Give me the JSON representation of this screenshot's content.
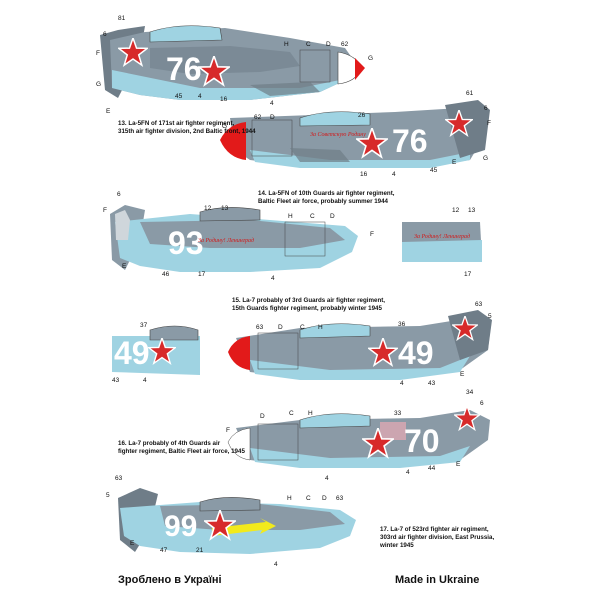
{
  "captions": {
    "c13": "13. La-5FN of 171st air fighter regiment,\n315th air fighter division, 2nd Baltic front, 1944",
    "c14": "14. La-5FN of 10th Guards air fighter regiment,\nBaltic Fleet air force, probably summer 1944",
    "c15": "15. La-7 probably of 3rd Guards air fighter regiment,\n15th Guards fighter regiment, probably winter 1945",
    "c16": "16. La-7 probably of 4th Guards air\nfighter regiment, Baltic Fleet air force, 1945",
    "c17": "17. La-7 of 523rd fighter air regiment,\n303rd air fighter division, East Prussia,\nwinter 1945"
  },
  "footer": {
    "left": "Зроблено в Україні",
    "right": "Made in Ukraine"
  },
  "aircraft": {
    "a13": {
      "number": "76",
      "labels": {
        "n6": "6",
        "n81": "81",
        "F": "F",
        "G": "G",
        "E": "E",
        "n45": "45",
        "n4a": "4",
        "n16": "16",
        "n4b": "4",
        "H": "H",
        "C": "C",
        "D": "D",
        "n62": "62",
        "gG": "G"
      }
    },
    "a14": {
      "number": "76",
      "labels": {
        "n61": "61",
        "n6": "6",
        "F": "F",
        "G": "G",
        "E": "E",
        "n45": "45",
        "n16": "16",
        "n4": "4",
        "n26": "26",
        "n62": "62",
        "D": "D",
        "gG": "G"
      }
    },
    "a15": {
      "number": "93",
      "labels": {
        "n6": "6",
        "F": "F",
        "E": "E",
        "n46": "46",
        "n17": "17",
        "n12": "12",
        "n13": "13",
        "H": "H",
        "C": "C",
        "D": "D",
        "n4": "4",
        "gF": "F",
        "n12b": "12",
        "n13b": "13",
        "n17b": "17"
      }
    },
    "a16l": {
      "number": "49",
      "labels": {
        "n37": "37",
        "n43": "43",
        "n4": "4"
      }
    },
    "a16r": {
      "number": "49",
      "labels": {
        "n63": "63",
        "D": "D",
        "C": "C",
        "H": "H",
        "n36": "36",
        "n4": "4",
        "n43": "43",
        "n63b": "63",
        "n5": "5",
        "E": "E"
      }
    },
    "a16b": {
      "number": "70",
      "labels": {
        "F": "F",
        "D": "D",
        "C": "C",
        "H": "H",
        "n33": "33",
        "n34": "34",
        "n6": "6",
        "n4": "4",
        "n44": "44",
        "E": "E",
        "n4b": "4"
      }
    },
    "a17": {
      "number": "99",
      "labels": {
        "n63": "63",
        "n5": "5",
        "E": "E",
        "n47": "47",
        "n21": "21",
        "H": "H",
        "C": "C",
        "D": "D",
        "n63b": "63",
        "n4": "4"
      }
    }
  },
  "slogans": {
    "s15": "За Родину! Ленинград",
    "s15b": "За Родину! Ленинград",
    "s14": "За Советскую Родину"
  },
  "colors": {
    "upper_grey": "#8a9aa6",
    "dark_grey": "#6f7d88",
    "light_blue": "#9fd3e2",
    "star_red": "#d72a2a",
    "spinner_red": "#e21a1a",
    "yellow_arrow": "#f2ea1c"
  }
}
